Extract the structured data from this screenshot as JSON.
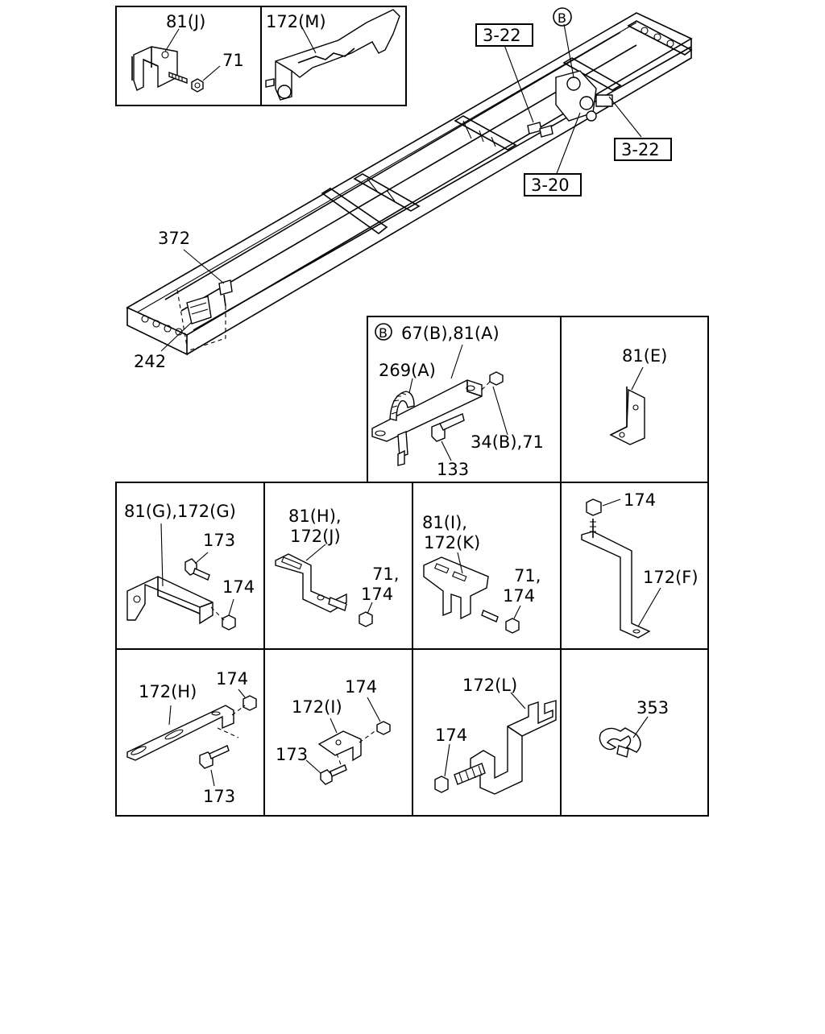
{
  "callouts": {
    "c81j": "81(J)",
    "c71_top": "71",
    "c172m": "172(M)",
    "c372": "372",
    "c242": "242",
    "ref322a": "3-22",
    "ref322b": "3-22",
    "ref320": "3-20",
    "markB": "B",
    "c67b81a": "67(B),81(A)",
    "c269a": "269(A)",
    "c34b71": "34(B),71",
    "c133": "133",
    "c81e": "81(E)",
    "c81g172g": "81(G),172(G)",
    "c173_g": "173",
    "c174_g": "174",
    "c81h": "81(H),",
    "c172j": "172(J)",
    "c71_h": "71,",
    "c174_h": "174",
    "c81i": "81(I),",
    "c172k": "172(K)",
    "c71_i": "71,",
    "c174_i": "174",
    "c174_f": "174",
    "c172f": "172(F)",
    "c172h": "172(H)",
    "c174_hh": "174",
    "c173_hh": "173",
    "c172i": "172(I)",
    "c174_ii": "174",
    "c173_ii": "173",
    "c172l": "172(L)",
    "c174_l": "174",
    "c353": "353"
  }
}
